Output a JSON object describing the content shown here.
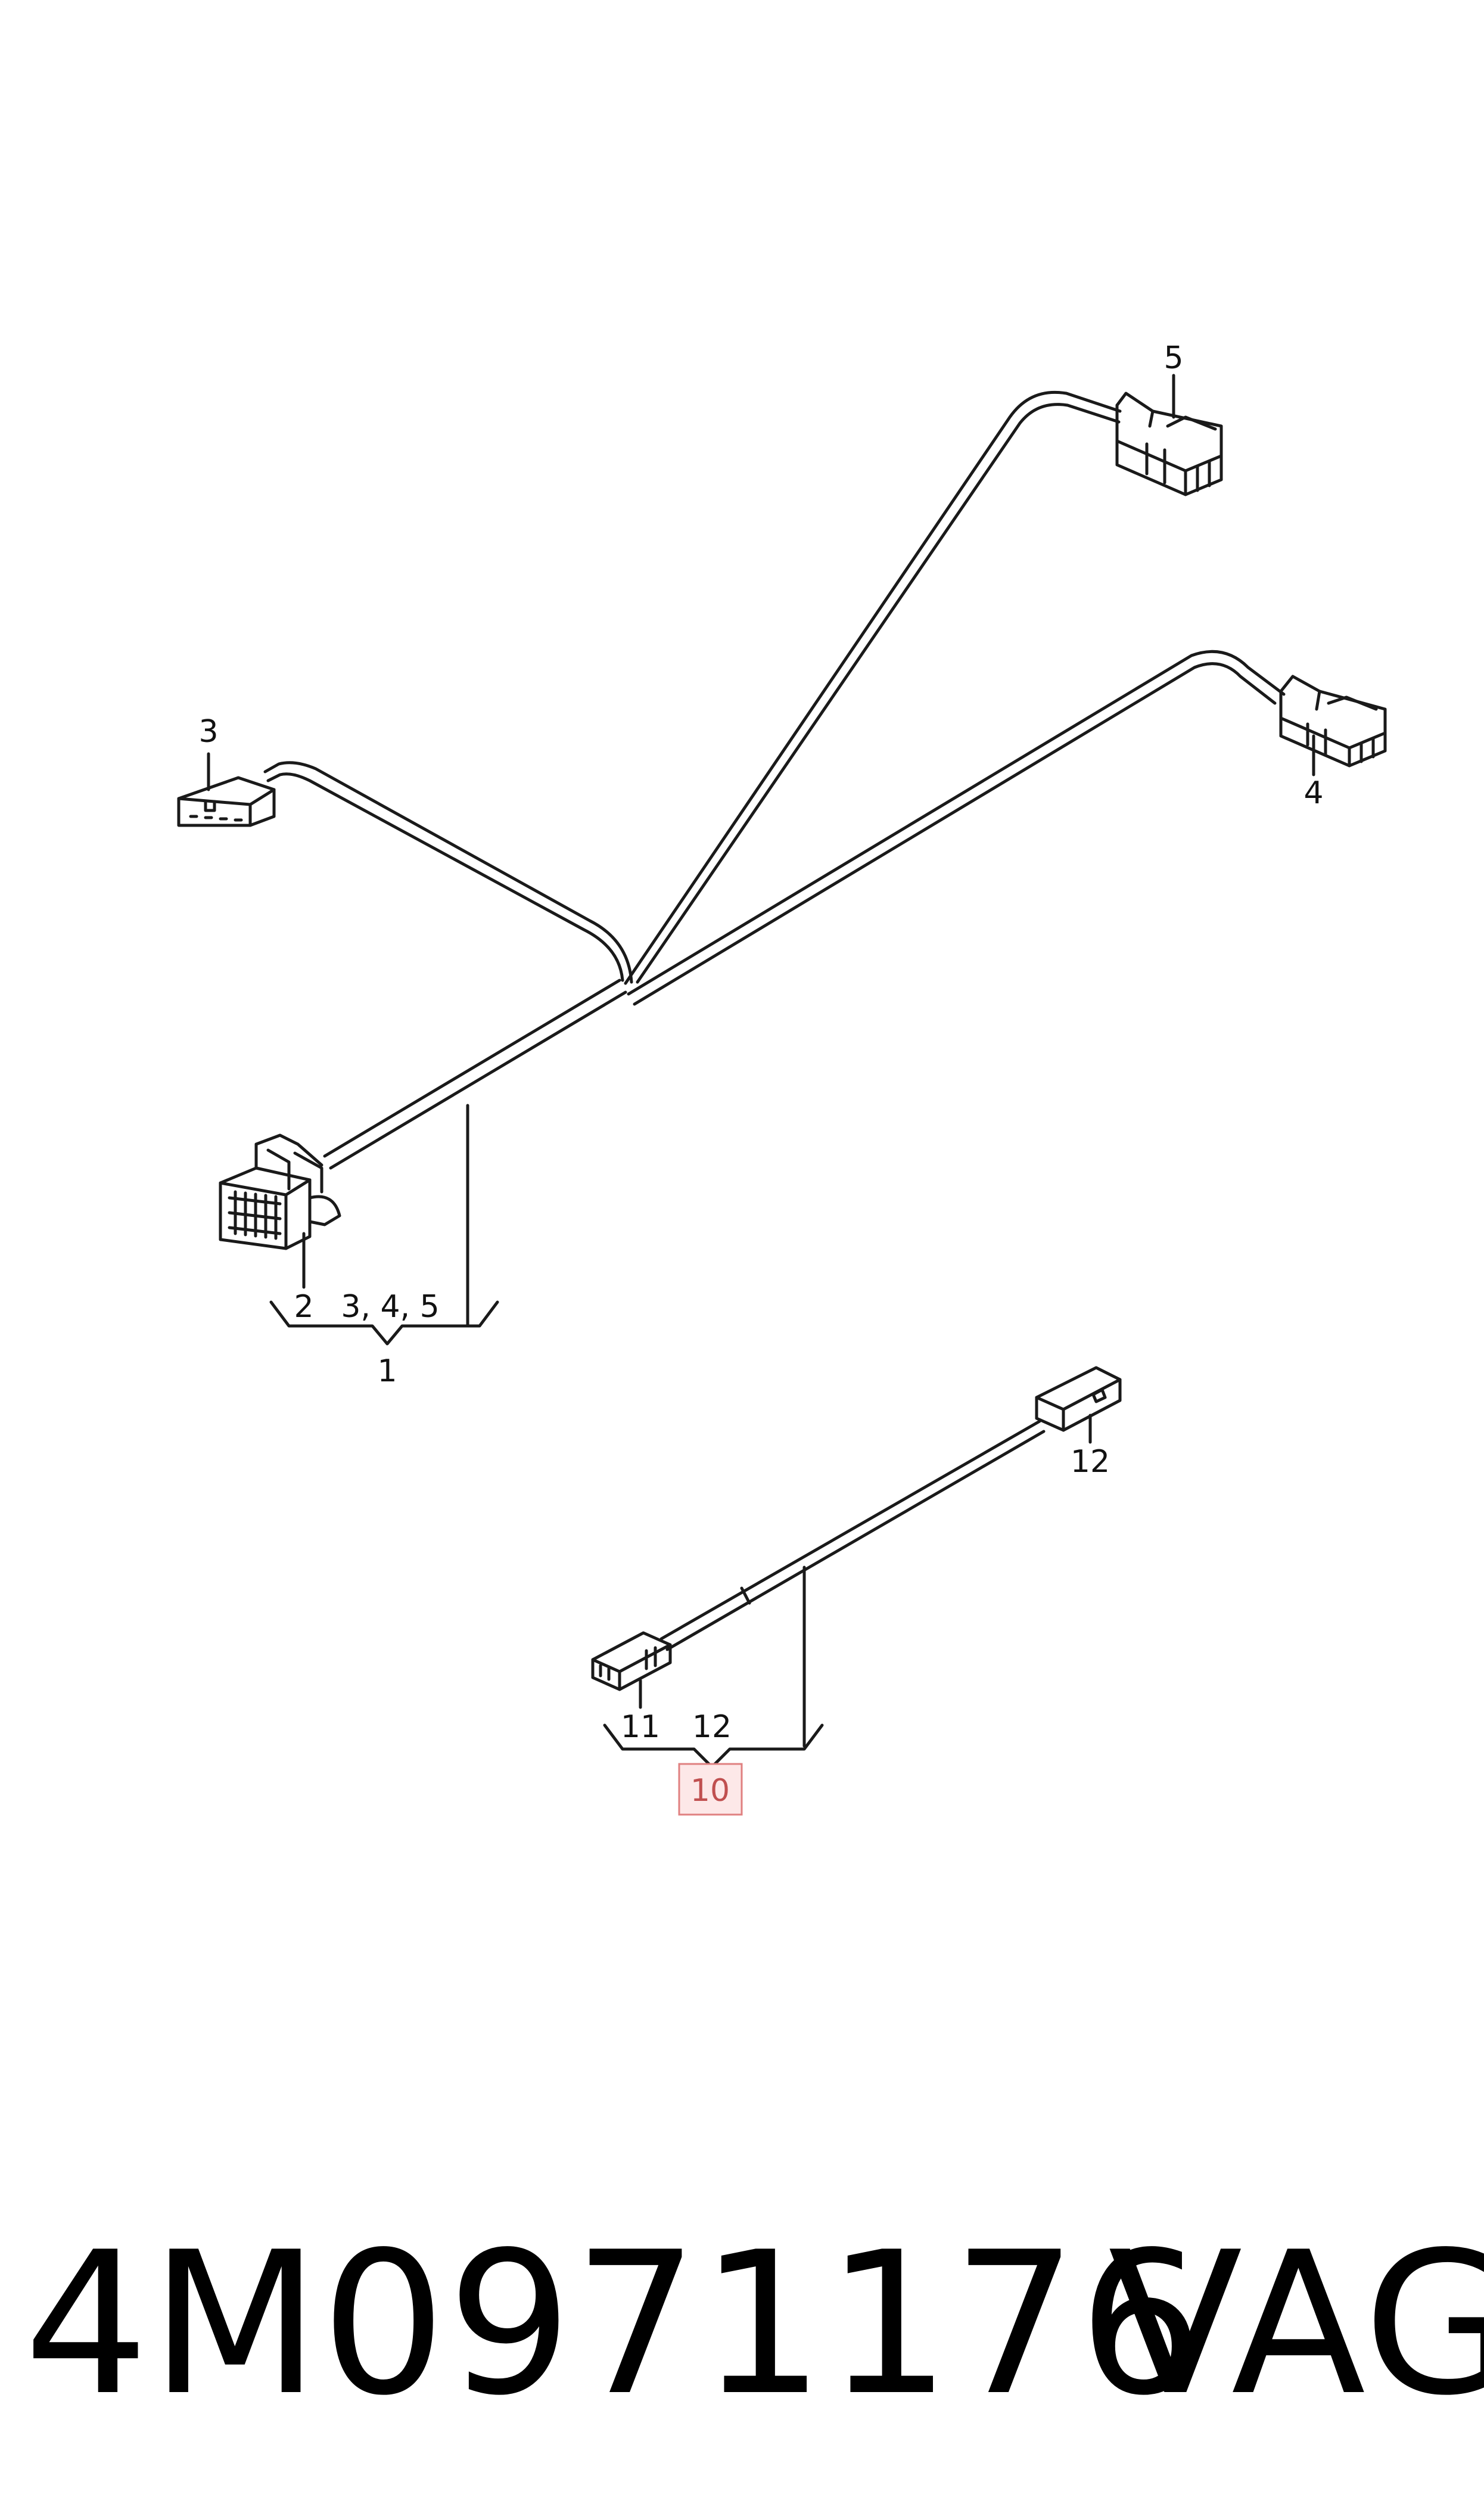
{
  "diagram": {
    "callouts": {
      "c5": "5",
      "c3": "3",
      "c4": "4",
      "c2": "2",
      "c345": "3, 4, 5",
      "c1": "1",
      "c12_upper": "12",
      "c11": "11",
      "c12_lower": "12",
      "c10": "10"
    },
    "highlight_color": "#e08080",
    "highlight_fill": "#fde8e8",
    "line_color": "#1a1a1a"
  },
  "footer": {
    "part_number": "4M0971176",
    "brand": "VAG"
  }
}
